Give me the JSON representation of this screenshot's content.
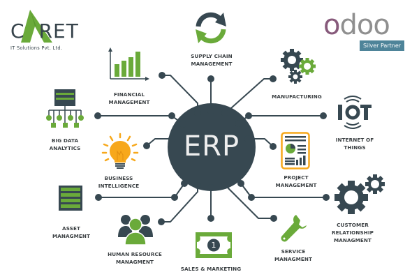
{
  "branding": {
    "company_logo": {
      "letter_c": "C",
      "letters_rest": "RET",
      "full_name": "CARET",
      "tagline": "IT Solutions Pvt. Ltd."
    },
    "partner_logo": {
      "letters": [
        "o",
        "d",
        "o",
        "o"
      ],
      "name": "odoo",
      "badge": "Silver Partner"
    }
  },
  "center": {
    "label": "ERP"
  },
  "modules": [
    {
      "id": "supply-chain",
      "lines": [
        "SUPPLY CHAIN",
        "MANAGEMENT"
      ],
      "icon": "refresh-arrows-icon"
    },
    {
      "id": "financial",
      "lines": [
        "FINANCIAL",
        "MANAGEMENT"
      ],
      "icon": "bar-chart-icon"
    },
    {
      "id": "manufacturing",
      "lines": [
        "MANUFACTURING"
      ],
      "icon": "gears-icon"
    },
    {
      "id": "big-data",
      "lines": [
        "BIG DATA",
        "ANALYTICS"
      ],
      "icon": "server-network-icon"
    },
    {
      "id": "iot",
      "lines": [
        "INTERNET OF",
        "THINGS"
      ],
      "icon": "iot-icon",
      "icon_text": "IOT"
    },
    {
      "id": "business-intelligence",
      "lines": [
        "BUSINESS",
        "INTELLIGENCE"
      ],
      "icon": "lightbulb-icon"
    },
    {
      "id": "project",
      "lines": [
        "PROJECT",
        "MANAGEMENT"
      ],
      "icon": "report-icon"
    },
    {
      "id": "asset",
      "lines": [
        "ASSET",
        "MANAGMENT"
      ],
      "icon": "stack-icon"
    },
    {
      "id": "crm",
      "lines": [
        "CUSTOMER",
        "RELATIONSHIP",
        "MANAGMENT"
      ],
      "icon": "cogs-icon"
    },
    {
      "id": "hr",
      "lines": [
        "HUMAN RESOURCE",
        "MANAGMENT"
      ],
      "icon": "people-icon"
    },
    {
      "id": "sales",
      "lines": [
        "SALES & MARKETING"
      ],
      "icon": "banknote-icon",
      "icon_text": "1"
    },
    {
      "id": "service",
      "lines": [
        "SERVICE",
        "MANAGMENT"
      ],
      "icon": "wrench-icon"
    }
  ],
  "colors": {
    "hub": "#374851",
    "wire": "#374851",
    "green": "#6aaa3a",
    "orange": "#f7a81b",
    "odoo_purple": "#875a7b",
    "odoo_gray": "#8f8f8f",
    "badge_blue": "#4e8499",
    "text": "#3a3f42"
  }
}
